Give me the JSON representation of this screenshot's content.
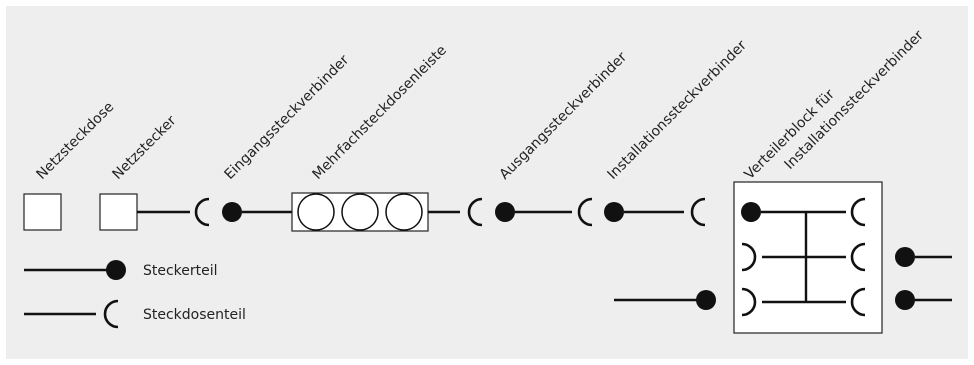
{
  "labels": {
    "netzsteckdose": "Netzsteckdose",
    "netzstecker": "Netzstecker",
    "eingang": "Eingangssteckverbinder",
    "mehrfach": "Mehrfachsteckdosenleiste",
    "ausgang": "Ausgangssteckverbinder",
    "installation": "Installationssteckverbinder",
    "verteiler_line1": "Verteilerblock für",
    "verteiler_line2": "Installationssteckverbinder"
  },
  "legend": {
    "plug": "Steckerteil",
    "socket": "Steckdosenteil"
  }
}
